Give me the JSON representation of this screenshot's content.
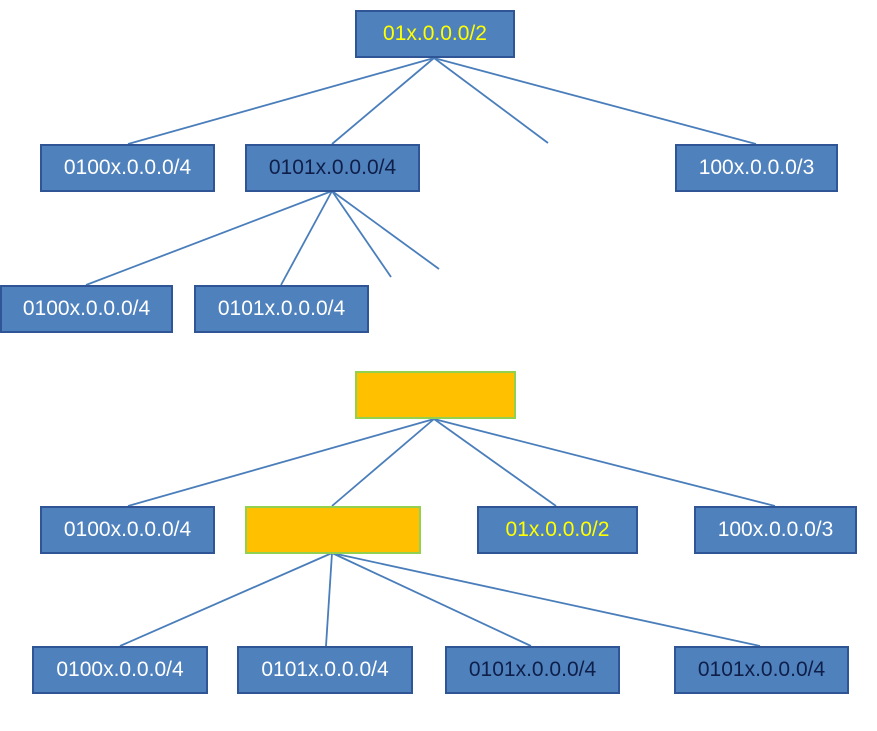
{
  "colors": {
    "node_fill": "#4f81bd",
    "node_border": "#2f5597",
    "edge": "#4a7ebb",
    "highlight_fill": "#ffc000",
    "highlight_border": "#92d050",
    "text_white": "#ffffff",
    "text_yellow": "#ffff00",
    "text_navy": "#0f1f4a"
  },
  "top_tree": {
    "root": {
      "label": "01x.0.0.0/2"
    },
    "level1": [
      {
        "label": "0100x.0.0.0/4"
      },
      {
        "label": "0101x.0.0.0/4"
      },
      {
        "label": "100x.0.0.0/3"
      }
    ],
    "level2": [
      {
        "label": "0100x.0.0.0/4"
      },
      {
        "label": "0101x.0.0.0/4"
      }
    ]
  },
  "bottom_tree": {
    "root": {
      "label": ""
    },
    "level1": [
      {
        "label": "0100x.0.0.0/4"
      },
      {
        "label": ""
      },
      {
        "label": "01x.0.0.0/2"
      },
      {
        "label": "100x.0.0.0/3"
      }
    ],
    "level2": [
      {
        "label": "0100x.0.0.0/4"
      },
      {
        "label": "0101x.0.0.0/4"
      },
      {
        "label": "0101x.0.0.0/4"
      },
      {
        "label": "0101x.0.0.0/4"
      }
    ]
  }
}
